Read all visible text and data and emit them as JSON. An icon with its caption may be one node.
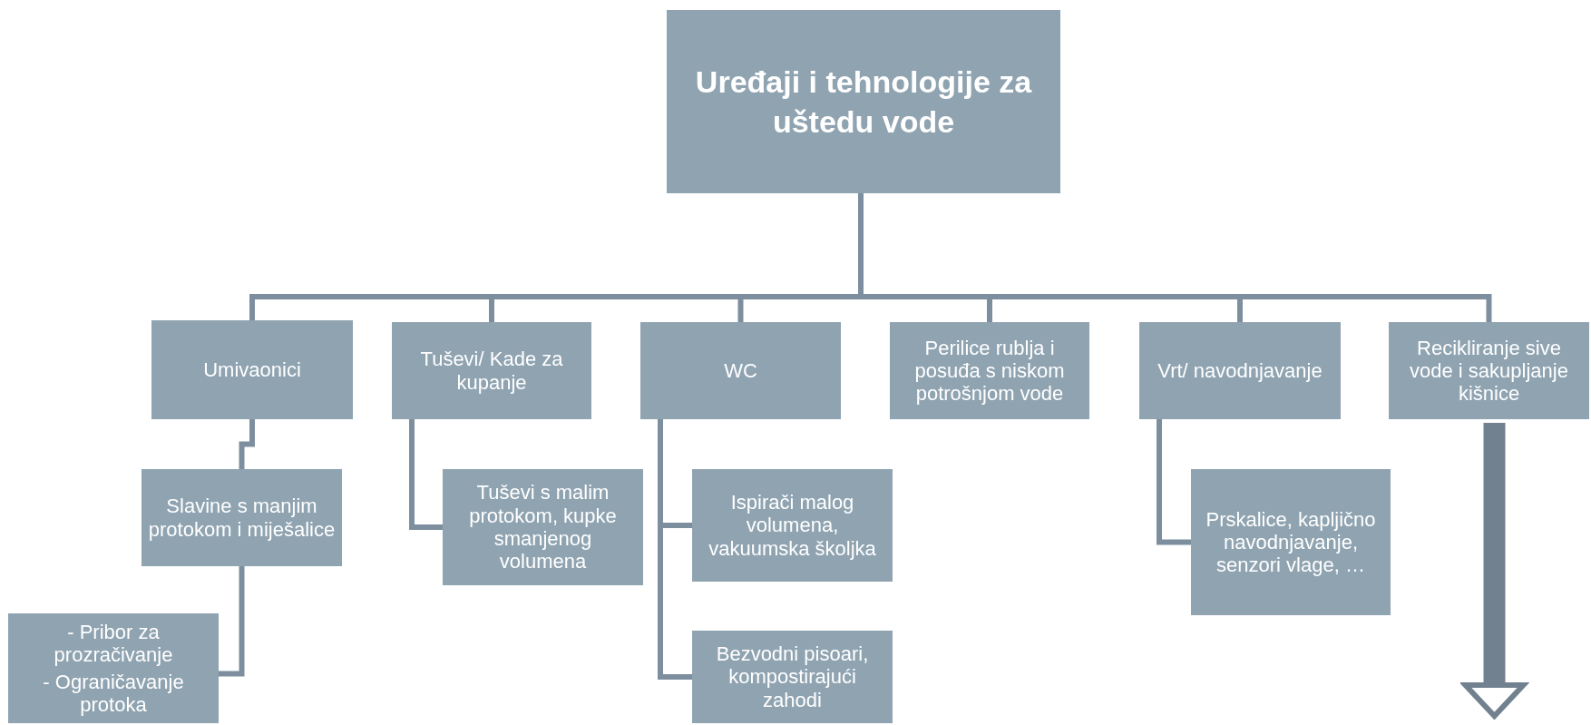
{
  "diagram": {
    "nodes": [
      {
        "text": [
          "Uređaji i tehnologije za uštedu vode"
        ]
      },
      {
        "text": [
          "Umivaonici"
        ]
      },
      {
        "text": [
          "Tuševi/ Kade za kupanje"
        ]
      },
      {
        "text": [
          "WC"
        ]
      },
      {
        "text": [
          "Perilice rublja i posuđa s niskom potrošnjom vode"
        ]
      },
      {
        "text": [
          "Vrt/ navodnjavanje"
        ]
      },
      {
        "text": [
          "Recikliranje sive vode i sakupljanje kišnice"
        ]
      },
      {
        "text": [
          "Slavine s manjim protokom i miješalice"
        ]
      },
      {
        "text": [
          "- Pribor za prozračivanje",
          "- Ograničavanje protoka"
        ]
      },
      {
        "text": [
          "Tuševi s malim protokom, kupke smanjenog volumena"
        ]
      },
      {
        "text": [
          "Ispirači malog volumena, vakuumska školjka"
        ]
      },
      {
        "text": [
          "Bezvodni pisoari, kompostirajući zahodi"
        ]
      },
      {
        "text": [
          "Prskalice, kapljično navodnjavanje, senzori vlage, …"
        ]
      }
    ],
    "edges": [
      {
        "from": 0,
        "to": 1,
        "arrow": "none"
      },
      {
        "from": 0,
        "to": 2,
        "arrow": "none"
      },
      {
        "from": 0,
        "to": 3,
        "arrow": "none"
      },
      {
        "from": 0,
        "to": 4,
        "arrow": "none"
      },
      {
        "from": 0,
        "to": 5,
        "arrow": "none"
      },
      {
        "from": 0,
        "to": 6,
        "arrow": "none"
      },
      {
        "from": 1,
        "to": 7,
        "arrow": "none"
      },
      {
        "from": 7,
        "to": 8,
        "arrow": "none"
      },
      {
        "from": 2,
        "to": 9,
        "arrow": "none"
      },
      {
        "from": 3,
        "to": 10,
        "arrow": "none"
      },
      {
        "from": 3,
        "to": 11,
        "arrow": "none"
      },
      {
        "from": 5,
        "to": 12,
        "arrow": "none"
      },
      {
        "from": 6,
        "to": null,
        "arrow": "to",
        "style": "thick"
      }
    ]
  }
}
